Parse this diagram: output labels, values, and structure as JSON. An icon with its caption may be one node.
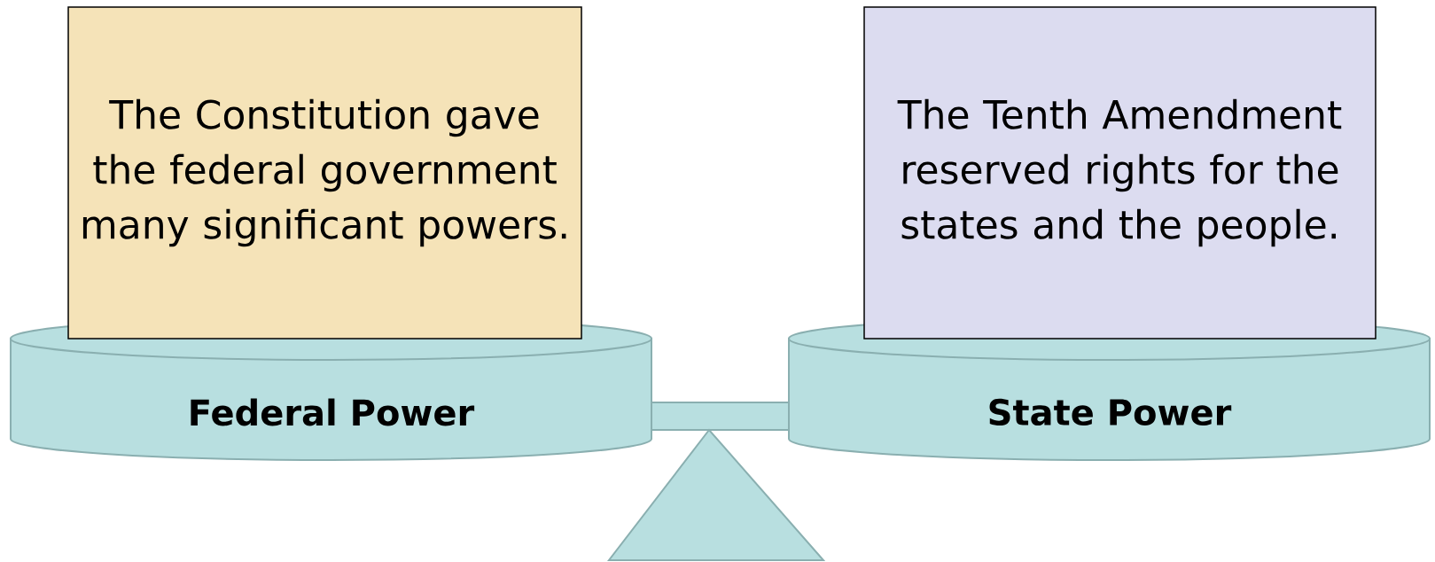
{
  "diagram": {
    "nodes": [
      {
        "text": [
          "The Constitution gave the federal government many significant powers."
        ]
      },
      {
        "text": [
          "Federal Power"
        ]
      },
      {
        "text": [
          "The Tenth Amendment reserved rights for the states and the people."
        ]
      },
      {
        "text": [
          "State Power"
        ]
      }
    ]
  }
}
